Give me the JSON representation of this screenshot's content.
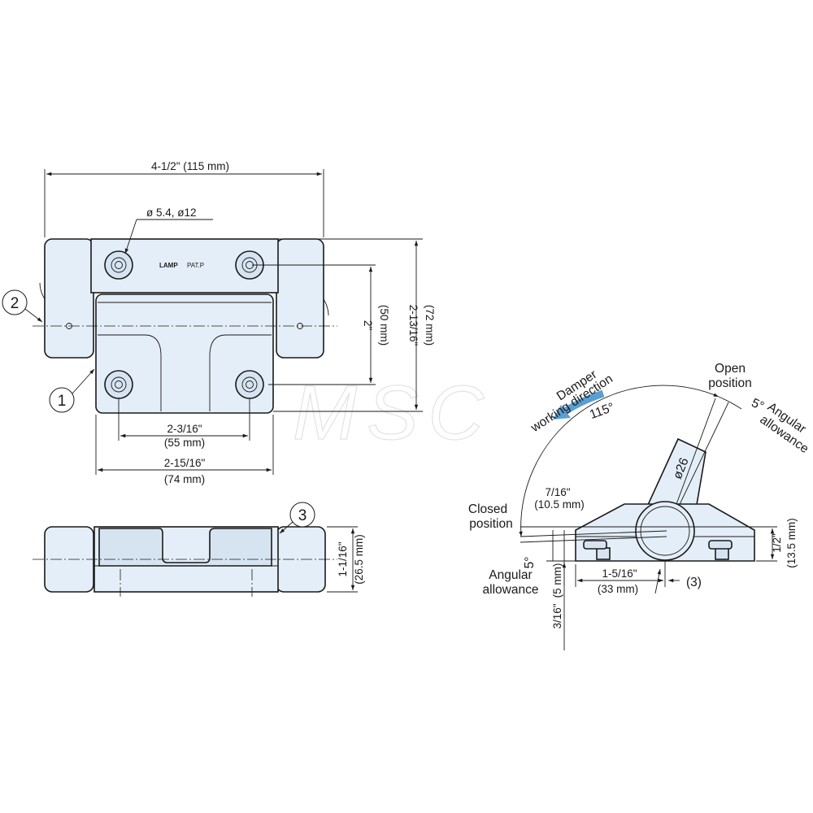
{
  "watermark": "MSC",
  "top_view": {
    "overall_width": "4-1/2\" (115 mm)",
    "hole_callout": "ø 5.4,  ø12",
    "logo": "LAMP",
    "logo_suffix": "PAT.P",
    "height_inner_in": "2\"",
    "height_inner_mm": "(50 mm)",
    "height_outer_in": "2-13/16\"",
    "height_outer_mm": "(72 mm)",
    "hole_spacing_in": "2-3/16\"",
    "hole_spacing_mm": "(55 mm)",
    "body_width_in": "2-15/16\"",
    "body_width_mm": "(74 mm)",
    "callout_1": "1",
    "callout_2": "2"
  },
  "front_view": {
    "callout_3": "3",
    "thickness_in": "1-1/16\"",
    "thickness_mm": "(26.5 mm)"
  },
  "side_view": {
    "damper_label_1": "Damper",
    "damper_label_2": "working direction",
    "open_label_1": "Open",
    "open_label_2": "position",
    "angle_total": "115°",
    "angle_allow_top": "5°",
    "angular_allowance_1": "Angular",
    "angular_allowance_2": "allowance",
    "diameter": "ø26",
    "closed_label_1": "Closed",
    "closed_label_2": "position",
    "offset_in": "7/16\"",
    "offset_mm": "(10.5 mm)",
    "angle_allow_bottom": "5°",
    "angular_allowance_b1": "Angular",
    "angular_allowance_b2": "allowance",
    "base_width_in": "1-5/16\"",
    "base_width_mm": "(33 mm)",
    "callout_paren_3": "(3)",
    "gap_in": "3/16\"",
    "gap_mm": "(5 mm)",
    "height_in": "1/2\"",
    "height_mm": "(13.5 mm)"
  },
  "colors": {
    "part_fill": "#e4eef8",
    "arrow": "#5a9fd4",
    "line": "#1a1a1a"
  }
}
